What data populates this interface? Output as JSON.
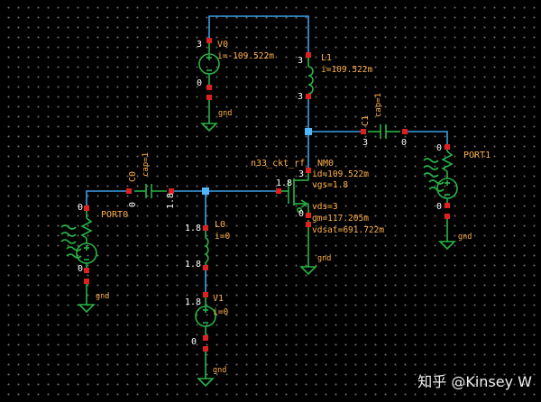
{
  "schematic": {
    "sources": {
      "v0": {
        "name": "V0",
        "pin_top": "3",
        "pin_bottom": "0",
        "current": "i=-109.522m",
        "gnd": "gnd"
      },
      "v1": {
        "name": "V1",
        "pin_top": "1.8",
        "pin_bottom": "0",
        "current": "i=0",
        "gnd": "gnd"
      }
    },
    "inductors": {
      "l1": {
        "name": "L1",
        "pin_top": "3",
        "pin_bottom": "3",
        "current": "i=109.522m"
      },
      "l0": {
        "name": "L0",
        "pin_top": "1.8",
        "pin_bottom": "1.8",
        "current": "i=0"
      }
    },
    "capacitors": {
      "c1": {
        "name": "C1",
        "value": "cap=1",
        "pin_left": "3",
        "pin_right": "0"
      },
      "c0": {
        "name": "C0",
        "value": "cap=1",
        "pin_left": "0",
        "pin_right": "1.8"
      }
    },
    "ports": {
      "port0": {
        "name": "PORT0",
        "pin_top": "0",
        "pin_bottom": "0",
        "gnd": "gnd"
      },
      "port1": {
        "name": "PORT1",
        "pin_top": "0",
        "pin_bottom": "0",
        "gnd": "gnd"
      }
    },
    "transistor": {
      "model": "n33_ckt_rf",
      "name": "NM0",
      "drain": "3",
      "gate": "1.8",
      "source": "0",
      "id": "id=109.522m",
      "vgs": "vgs=1.8",
      "vds": "vds=3",
      "gm": "gm=117.205m",
      "vdsat": "vdsat=691.722m",
      "gnd": "gnd"
    }
  },
  "colors": {
    "wire": "#3aa0e6",
    "component": "#28b446",
    "pin": "#e02020",
    "label": "#ffb04a",
    "node_text": "#ffffff"
  },
  "watermark": "知乎 @Kinsey W"
}
